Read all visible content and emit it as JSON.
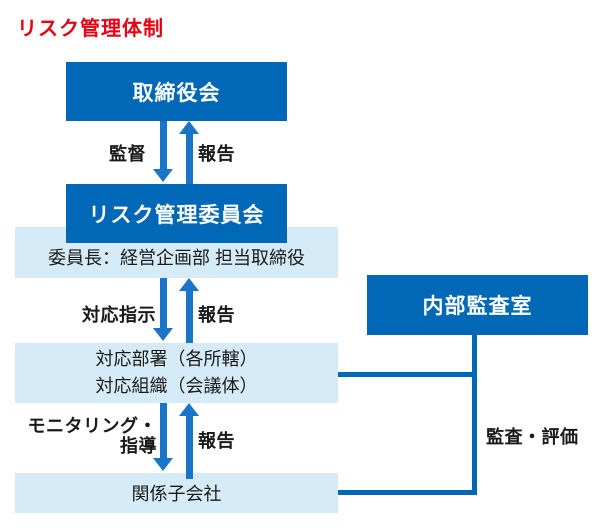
{
  "title": "リスク管理体制",
  "colors": {
    "dark_blue": "#0068b7",
    "light_blue": "#d5ebf7",
    "arrow_blue": "#1a75c8",
    "title_red": "#e60012"
  },
  "nodes": {
    "board": {
      "label": "取締役会"
    },
    "risk_committee": {
      "label": "リスク管理委員会"
    },
    "chair_note": {
      "label": "委員長：経営企画部 担当取締役"
    },
    "response_dept": {
      "line1": "対応部署（各所轄）",
      "line2": "対応組織（会議体）"
    },
    "subsidiaries": {
      "label": "関係子会社"
    },
    "internal_audit": {
      "label": "内部監査室"
    }
  },
  "edge_labels": {
    "supervision": "監督",
    "report_top": "報告",
    "instruction": "対応指示",
    "report_middle": "報告",
    "monitoring": {
      "line1": "モニタリング・",
      "line2": "指導"
    },
    "report_bottom": "報告",
    "audit_evaluation": "監査・評価"
  }
}
